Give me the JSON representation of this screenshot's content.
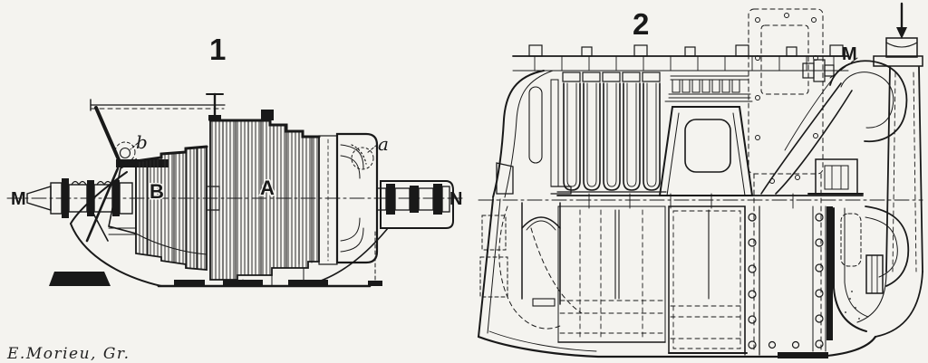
{
  "page": {
    "background": "#f4f3ef",
    "ink": "#191919",
    "kind": "technical engraving, two turbine sections"
  },
  "fig1": {
    "number": "1",
    "labels": {
      "shaft_left": "M",
      "shaft_right": "N",
      "drum_b": "B",
      "drum_a": "A",
      "detail_b": "b",
      "detail_a": "a"
    }
  },
  "fig2": {
    "number": "2",
    "labels": {
      "inlet": "M"
    }
  },
  "signature": "E.Morieu, Gr."
}
